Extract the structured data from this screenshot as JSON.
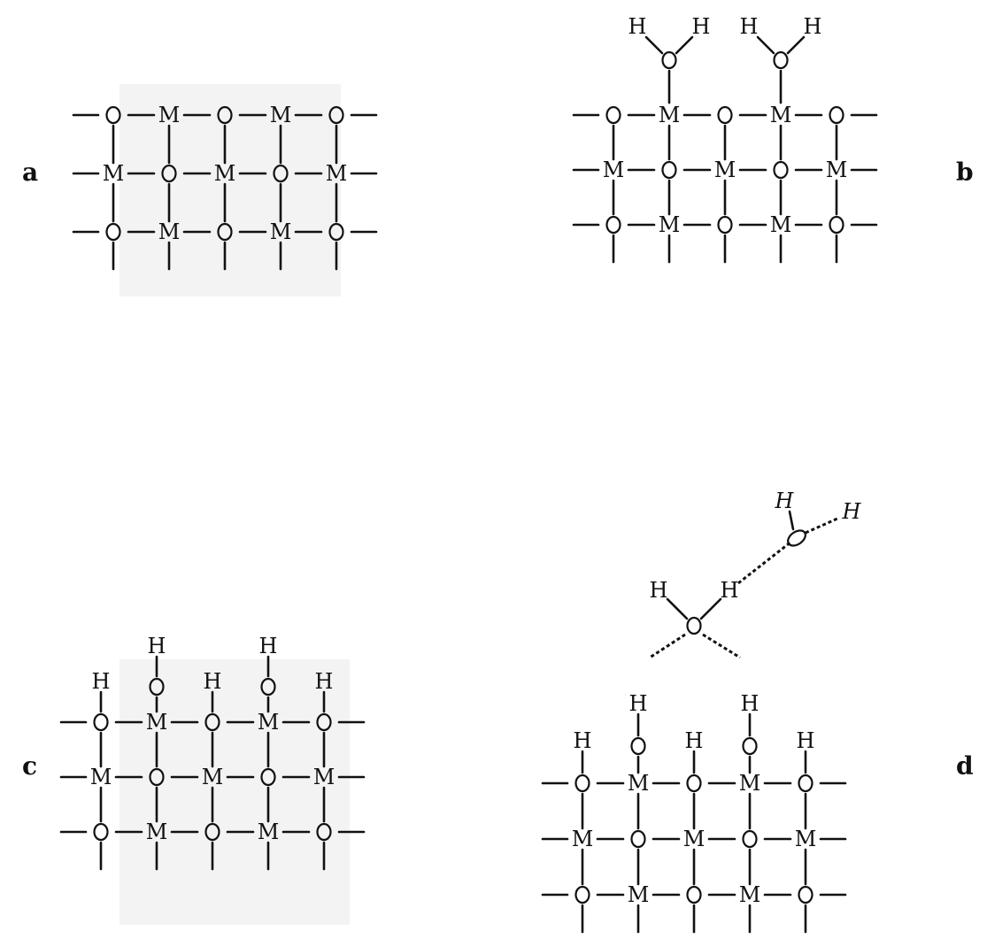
{
  "panels": [
    {
      "key": "a",
      "label": "a"
    },
    {
      "key": "b",
      "label": "b"
    },
    {
      "key": "c",
      "label": "c"
    },
    {
      "key": "d",
      "label": "d"
    }
  ],
  "atoms": {
    "metal": "M",
    "oxygen": "O",
    "hydrogen": "H"
  },
  "colors": {
    "ink": "#111111",
    "background": "#ffffff",
    "bleedthrough": "#c9c9c9"
  }
}
